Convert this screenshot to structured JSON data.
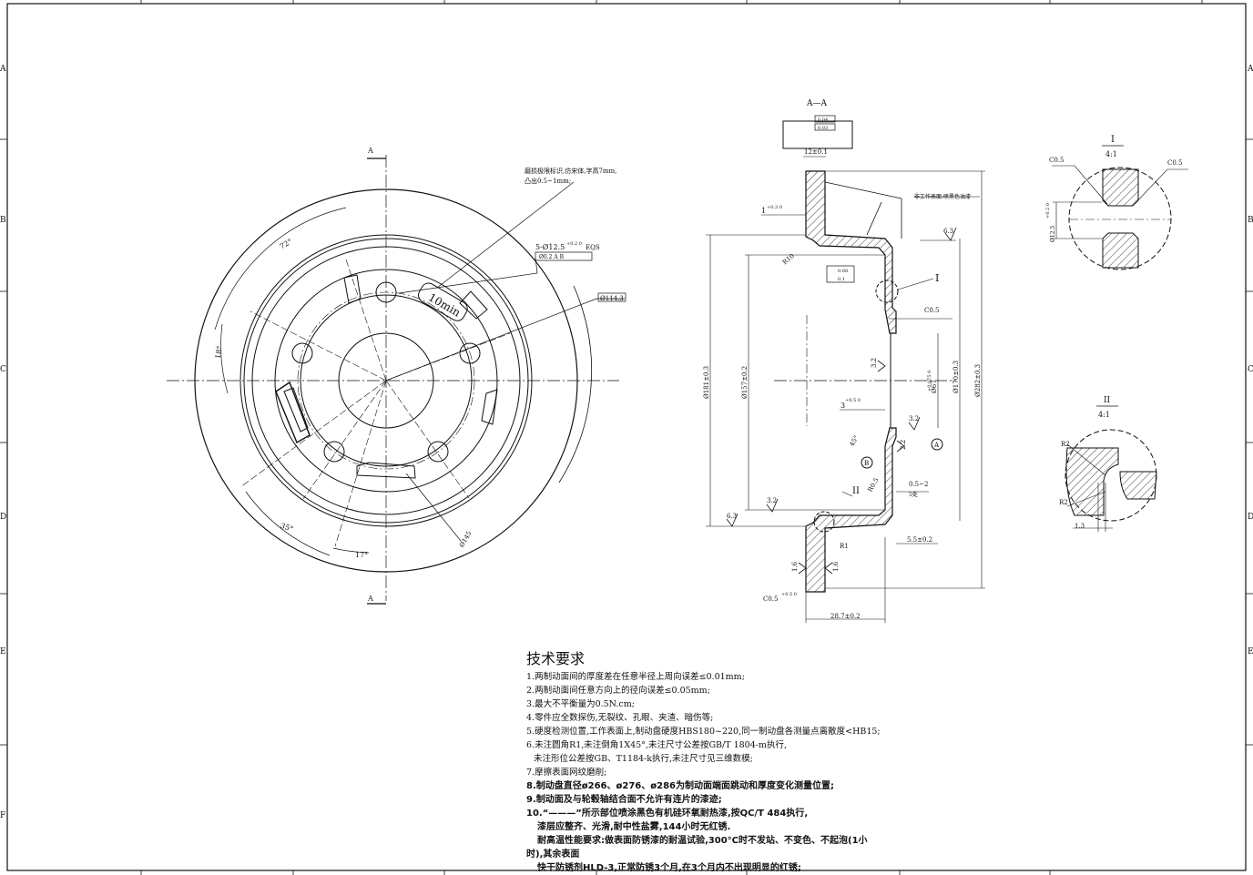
{
  "border": {
    "top_marks": [
      "",
      "",
      "",
      "",
      "",
      "",
      "",
      "",
      ""
    ],
    "side_letters": [
      "A",
      "B",
      "C",
      "D",
      "E",
      "F"
    ],
    "right_letters": [
      "A",
      "B",
      "C",
      "D",
      "E"
    ]
  },
  "front_view": {
    "section_mark_top": "A",
    "section_mark_bottom": "A",
    "angle_72": "72°",
    "angle_18": "18°",
    "angle_35": "35°",
    "angle_17": "17°",
    "wear_note_line1": "磨损极限标识,仿宋体,字高7mm,",
    "wear_note_line2": "凸出0.5~1mm;",
    "wear_mark": "10min",
    "holes_callout": "5-Ø12.5",
    "holes_tol": "+0.2 0",
    "holes_eqs": "EQS",
    "holes_frame": "Ø0.2 A B",
    "dia_114": "Ø114.3",
    "dia_145": "Ø145"
  },
  "section_view": {
    "title": "A—A",
    "frame1": "0.04",
    "frame2": "0.03",
    "dim_12": "12±0.1",
    "dim_1": "1",
    "dim_1_tol": "+0.3 0",
    "note_nonwork": "非工作表面:喷黑色油漆",
    "rough_63a": "6.3",
    "r10": "R10",
    "flat1": "0.08",
    "flat2": "0.1",
    "detail_I": "I",
    "c05_a": "C0.5",
    "dim_181": "Ø181±0.3",
    "dim_157": "Ø157±0.2",
    "rough_32a": "3.2",
    "dim_67": "Ø67",
    "dim_67_tol": "+0.075 0",
    "dim_170": "Ø170±0.3",
    "dim_282": "Ø282±0.3",
    "dim_3": "3",
    "dim_3_tol": "+0.5 0",
    "rough_32b": "3.2",
    "datum_A": "A",
    "datum_B": "B",
    "angle_45": "45°",
    "dim_22": "2.2",
    "dim_r05": "R0.5",
    "dim_05_2": "0.5~2",
    "places5": "5处",
    "detail_II": "II",
    "rough_32c": "3.2",
    "rough_63b": "6.3",
    "r1": "R1",
    "dim_55": "5.5±0.2",
    "rough_16a": "1.6",
    "rough_16b": "1.6",
    "c05_b": "C0.5",
    "c05_b_tol": "+0.5 0",
    "dim_287": "28.7±0.2"
  },
  "detail_I": {
    "title": "I",
    "scale": "4:1",
    "c05_left": "C0.5",
    "c05_right": "C0.5",
    "dim": "Ø12.5",
    "dim_tol": "+0.2 0"
  },
  "detail_II": {
    "title": "II",
    "scale": "4:1",
    "r2_top": "R2",
    "r2_bottom": "R2",
    "dim_13": "1.3"
  },
  "notes": {
    "title": "技术要求",
    "l1": "1.两制动面间的厚度差在任意半径上周向误差≤0.01mm;",
    "l2": "2.两制动面间任意方向上的径向误差≤0.05mm;",
    "l3": "3.最大不平衡量为0.5N.cm;",
    "l4": "4.零件应全数探伤,无裂纹、孔眼、夹渣、暗伤等;",
    "l5": "5.硬度检测位置,工作表面上,制动盘硬度HBS180~220,同一制动盘各测量点离散度<HB15;",
    "l6": "6.未注圆角R1,未注倒角1X45°,未注尺寸公差按GB/T 1804-m执行,",
    "l6b": "未注形位公差按GB、T1184-k执行,未注尺寸见三维数模;",
    "l7": "7.摩擦表面网纹磨削;",
    "l8": "8.制动盘直径ø266、ø276、ø286为制动面端面跳动和厚度变化测量位置;",
    "l9": "9.制动面及与轮毂轴结合面不允许有连片的漆迹;",
    "l10": "10.“———”所示部位喷涂黑色有机硅环氧耐热漆,按QC/T 484执行,",
    "l10b": "漆层应整齐、光滑,耐中性盐雾,144小时无红锈.",
    "l10c": "耐高温性能要求:做表面防锈漆的耐温试验,300°C时不发站、不变色、不起泡(1小",
    "l10d": "时),其余表面",
    "l10e": "快干防锈剂HLD-3,正常防锈3个月,在3个月内不出现明显的红锈;"
  }
}
